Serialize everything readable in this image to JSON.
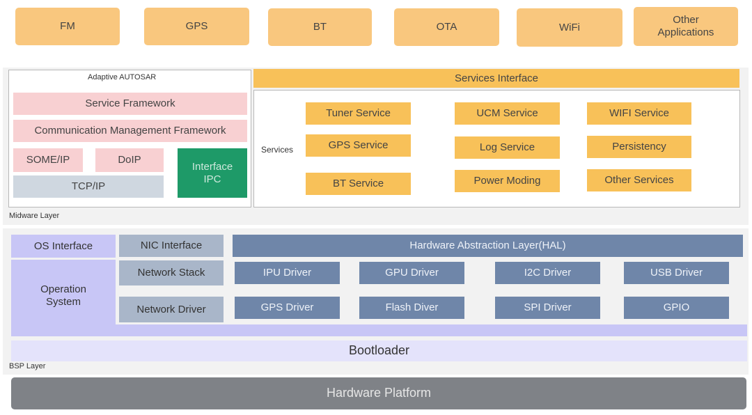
{
  "applications": [
    "FM",
    "GPS",
    "BT",
    "OTA",
    "WiFi",
    "Other\nApplications"
  ],
  "midware": {
    "layer_label": "Midware Layer",
    "adaptive_title": "Adaptive AUTOSAR",
    "service_framework": "Service Framework",
    "comm_mgmt": "Communication Management Framework",
    "someip": "SOME/IP",
    "doip": "DoIP",
    "tcpip": "TCP/IP",
    "interface_ipc": "Interface\nIPC",
    "services_interface": "Services Interface",
    "services_label": "Services",
    "services": [
      "Tuner Service",
      "UCM Service",
      "WIFI Service",
      "GPS Service",
      "Log Service",
      "Persistency",
      "BT Service",
      "Power Moding",
      "Other Services"
    ]
  },
  "bsp": {
    "layer_label": "BSP Layer",
    "os_interface": "OS Interface",
    "nic_interface": "NIC Interface",
    "hal": "Hardware  Abstraction Layer(HAL)",
    "operation_system": "Operation\nSystem",
    "network_stack": "Network Stack",
    "network_driver": "Network Driver",
    "drivers": [
      "IPU Driver",
      "GPU Driver",
      "I2C Driver",
      "USB Driver",
      "GPS Driver",
      "Flash Diver",
      "SPI Driver",
      "GPIO"
    ],
    "bootloader": "Bootloader"
  },
  "hardware_platform": "Hardware Platform",
  "colors": {
    "app": "#f9c77e",
    "service": "#f8c159",
    "pink": "#f8d0d2",
    "grey": "#cfd7e0",
    "green": "#1e9a68",
    "lavender": "#c8c6f6",
    "steel": "#a9b6c9",
    "driver": "#6f86a9",
    "hardware": "#7f8287"
  }
}
